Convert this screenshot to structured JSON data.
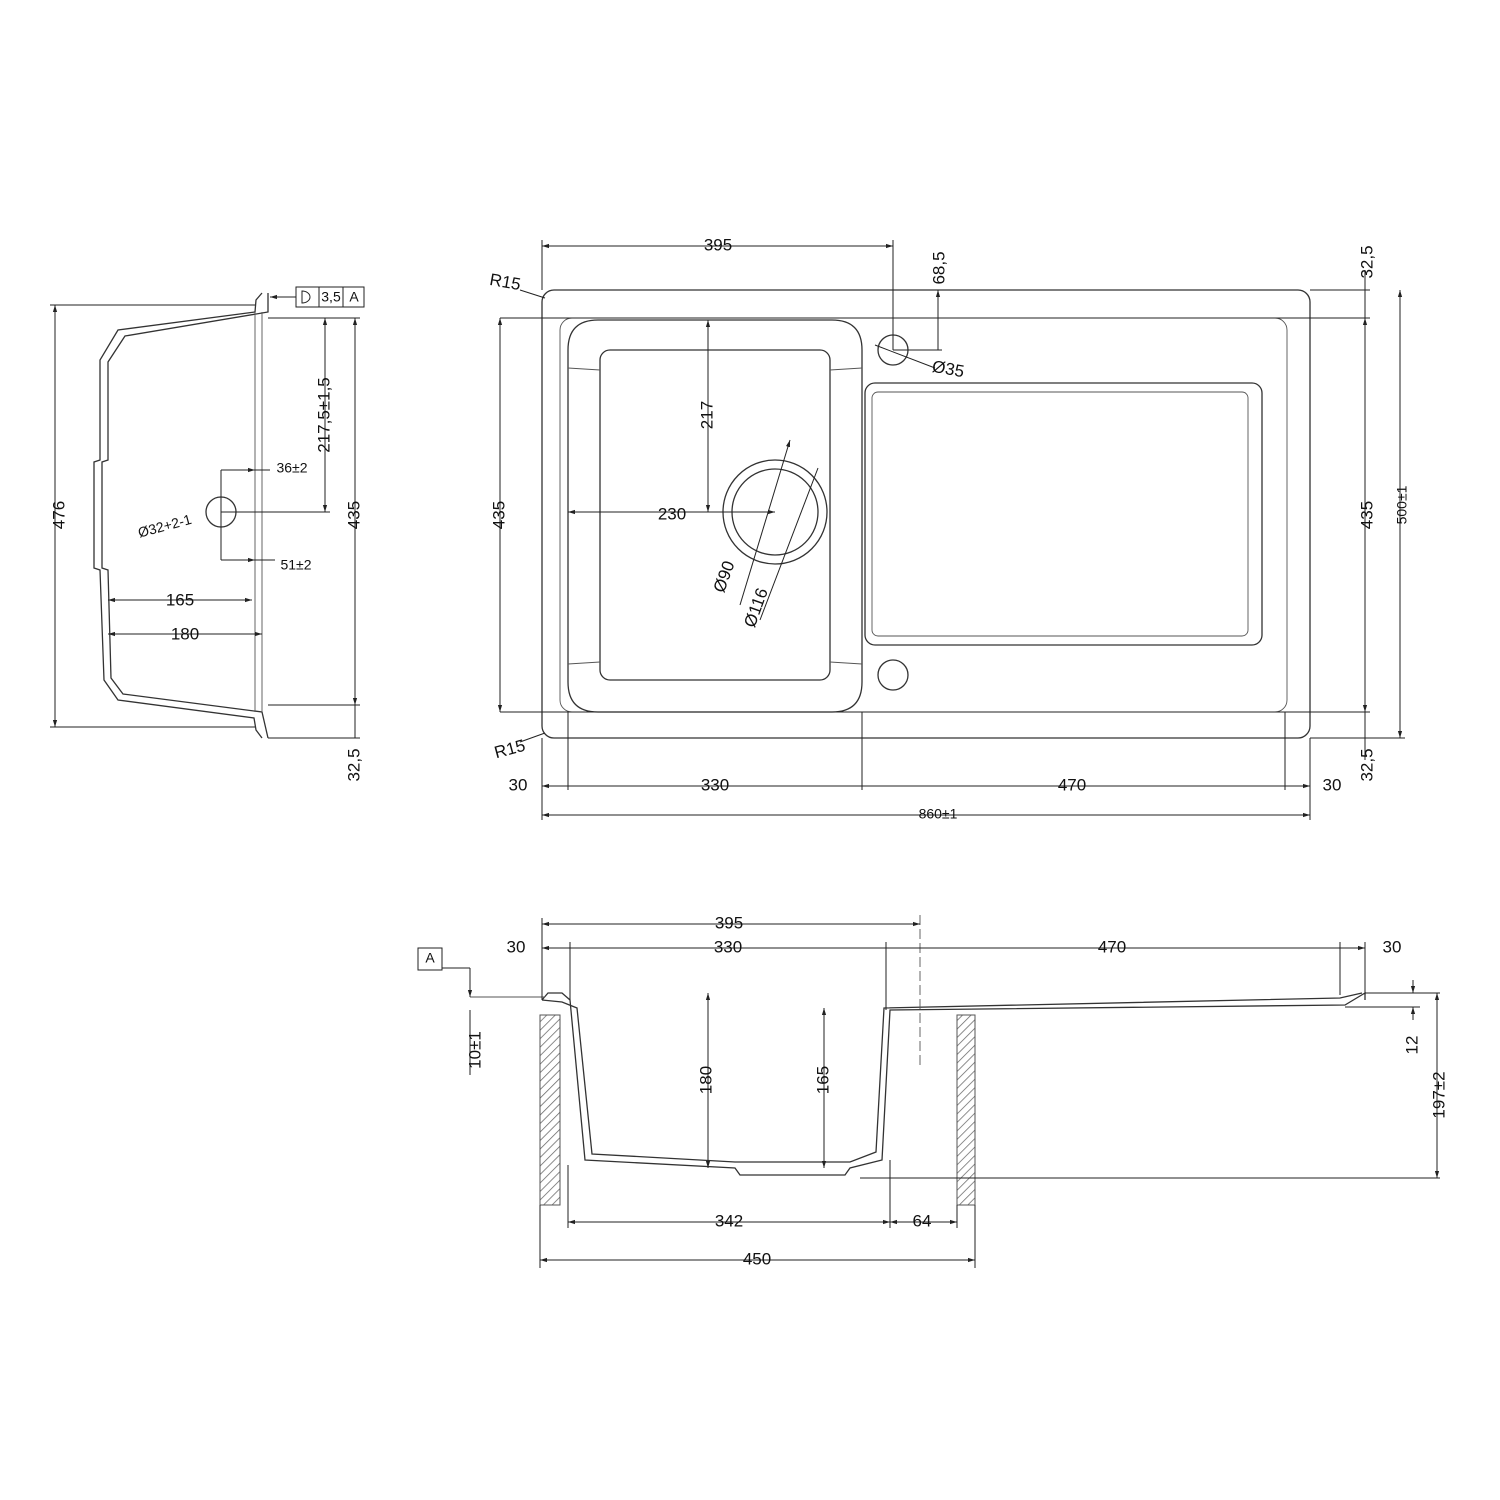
{
  "side_view": {
    "overall_height": "476",
    "bowl_length": "435",
    "overflow_offset": "217,5±1,5",
    "overflow_x": "36±2",
    "overflow_diameter": "Ø32+2-1",
    "overflow_depth": "51±2",
    "depth_inner": "165",
    "depth_outer": "180",
    "rim": "32,5",
    "tolerance_value": "3,5",
    "tolerance_datum": "A"
  },
  "plan_view": {
    "bowl_width_to_tap": "395",
    "tap_offset": "68,5",
    "top_rim": "32,5",
    "radius_top": "R15",
    "drain_offset_y": "217",
    "tap_hole": "Ø35",
    "bowl_length_left": "435",
    "drain_offset_x": "230",
    "drain_inner": "Ø90",
    "drain_outer": "Ø116",
    "bowl_length_right": "435",
    "overall_depth": "500±1",
    "radius_bottom": "R15",
    "bottom_rim": "32,5",
    "left_margin": "30",
    "bowl_width": "330",
    "drainer_width": "470",
    "right_margin": "30",
    "overall_width": "860±1"
  },
  "section_view": {
    "to_tap": "395",
    "left_margin": "30",
    "bowl_width": "330",
    "drainer_width": "470",
    "right_margin": "30",
    "datum": "A",
    "rim_height": "10±1",
    "bowl_depth": "180",
    "drain_depth": "165",
    "drainer_height": "12",
    "overall_height": "197±2",
    "bottom_width": "342",
    "drain_gap": "64",
    "cabinet_width": "450"
  }
}
